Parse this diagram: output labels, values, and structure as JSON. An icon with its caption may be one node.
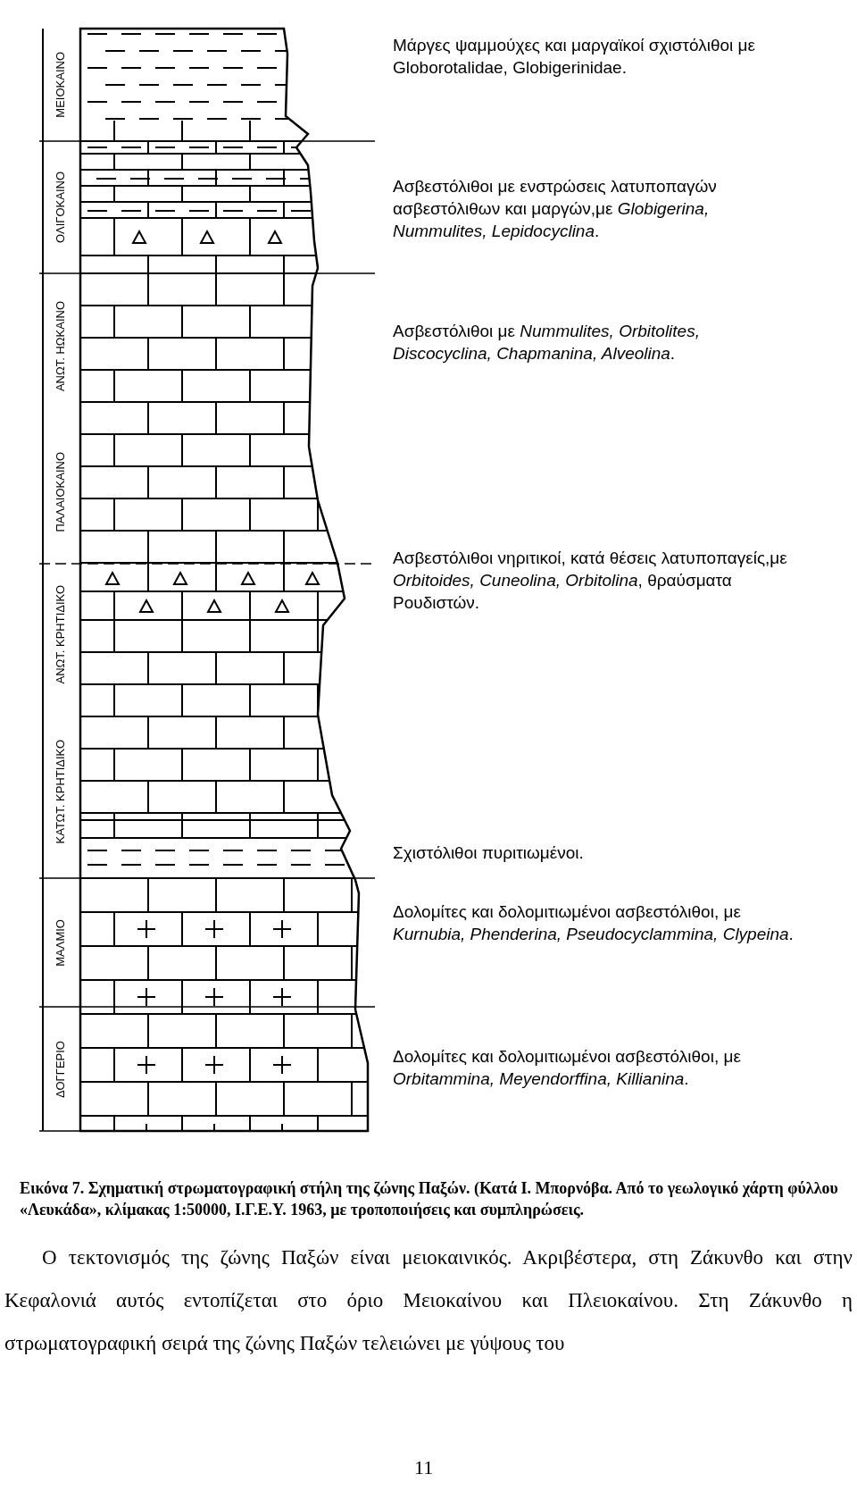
{
  "diagram": {
    "caption": "Εικόνα 7. Σχηματική στρωματογραφική στήλη της ζώνης Παξών. (Κατά Ι. Μπορνόβα. Από το γεωλογικό χάρτη φύλλου «Λευκάδα», κλίμακας 1:50000, Ι.Γ.Ε.Υ. 1963, με τροποποιήσεις και συμπληρώσεις.",
    "labels": [
      "ΜΕΙΟΚΑΙΝΟ",
      "ΟΛΙΓΟΚΑΙΝΟ",
      "ΑΝΩΤ. ΗΩΚΑΙΝΟ",
      "ΠΑΛΑΙΟΚΑΙΝΟ",
      "ΑΝΩΤ. ΚΡΗΤΙΔΙΚΟ",
      "ΚΑΤΩΤ. ΚΡΗΤΙΔΙΚΟ",
      "ΜΑΛΜΙΟ",
      "ΔΟΓΓΕΡΙΟ",
      "Μάργες ψαμμούχες και μαργαϊκοί σχιστόλιθοι με Globorotalidae, Globigerinidae.",
      "Ασβεστόλιθοι με ενστρώσεις λατυποπαγών ασβεστόλιθων και μαργών,με *Globigerina, Nummulites, Lepidocyclina*.",
      "Ασβεστόλιθοι με *Nummulites, Orbitolites, Discocyclina, Chapmanina, Alveolina*.",
      "Ασβεστόλιθοι νηριτικοί, κατά θέσεις λατυποπαγείς,με *Orbitoides, Cuneolina, Orbitolina*, θραύσματα Ρουδιστών.",
      "Σχιστόλιθοι πυριτιωμένοι.",
      "Δολομίτες και δολομιτιωμένοι ασβεστόλιθοι, με *Kurnubia, Phenderina, Pseudocyclammina, Clypeina*.",
      "Δολομίτες και δολομιτιωμένοι ασβεστόλιθοι, με *Orbitammina, Meyendorffina, Killianina*.",
      "Ο τεκτονισμός της ζώνης Παξών είναι μειοκαινικός. Ακριβέστερα, στη Ζάκυνθο και στην Κεφαλονιά αυτός εντοπίζεται στο όριο Μειοκαίνου και Πλειοκαίνου. Στη Ζάκυνθο η στρωματογραφική σειρά της ζώνης Παξών τελειώνει με γύψους του",
      "11"
    ]
  }
}
